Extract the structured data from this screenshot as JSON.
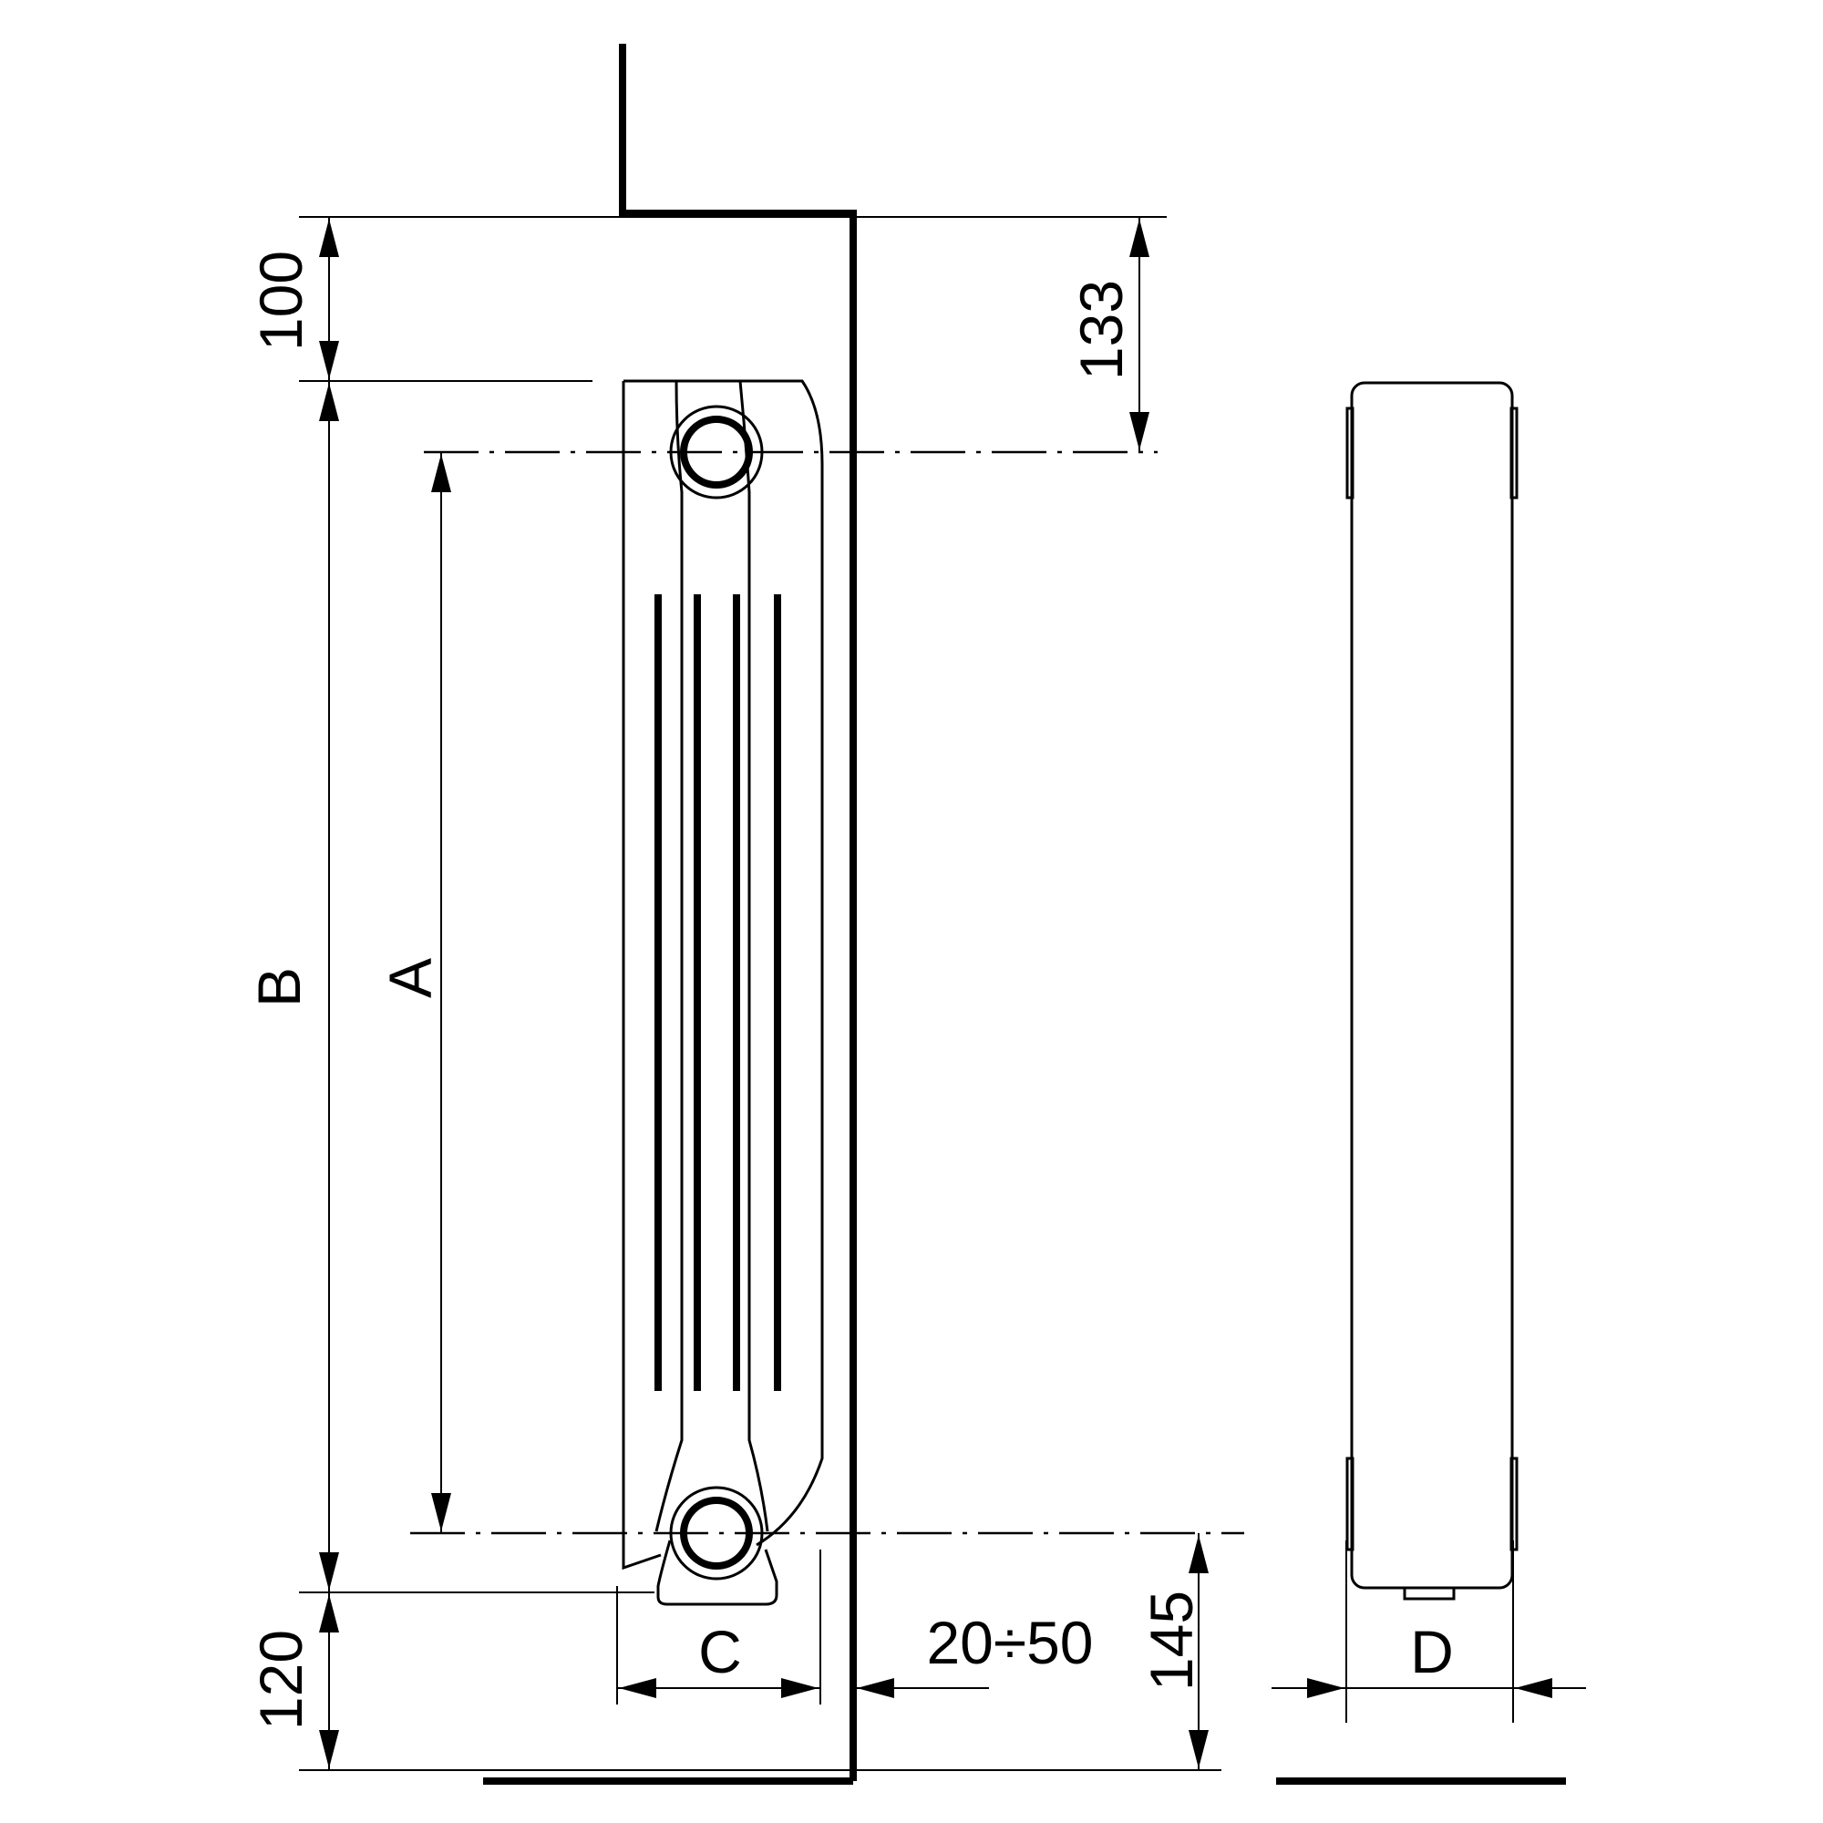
{
  "diagram": {
    "labels": {
      "top_left_gap": "100",
      "top_right_gap": "133",
      "height_b": "B",
      "centers_a": "A",
      "bottom_left_gap": "120",
      "bottom_right_gap": "145",
      "depth_c": "C",
      "wall_gap": "20÷50",
      "depth_d": "D"
    },
    "colors": {
      "line": "#000000",
      "background": "#ffffff"
    }
  }
}
